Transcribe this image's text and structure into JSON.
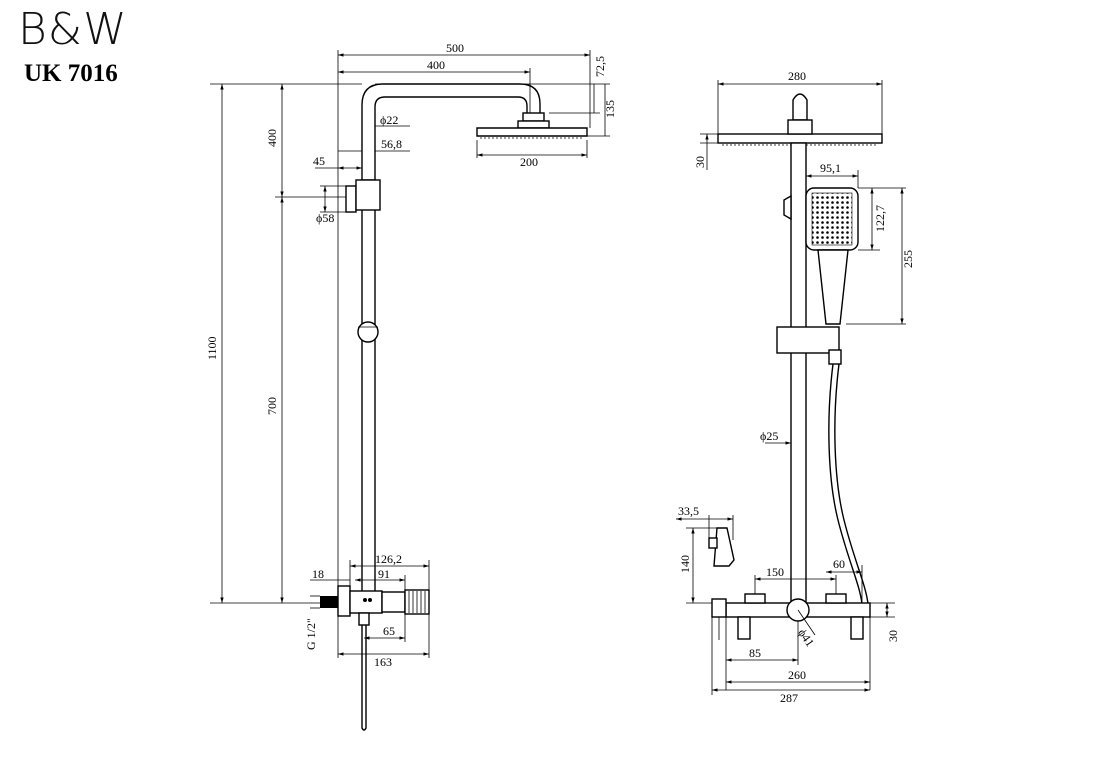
{
  "header": {
    "brand": "B&W",
    "model": "UK 7016"
  },
  "colors": {
    "line": "#000000",
    "background": "#ffffff"
  },
  "side_view": {
    "dim_500": "500",
    "dim_400": "400",
    "dim_72_5": "72,5",
    "dim_135": "135",
    "dim_phi22": "ϕ22",
    "dim_56_8": "56,8",
    "dim_45": "45",
    "dim_200": "200",
    "dim_phi58": "ϕ58",
    "dim_1100": "1100",
    "dim_400v": "400",
    "dim_700": "700",
    "dim_126_2": "126,2",
    "dim_18": "18",
    "dim_91": "91",
    "dim_65": "65",
    "dim_163": "163",
    "dim_g12": "G 1/2\""
  },
  "front_view": {
    "dim_280": "280",
    "dim_30_top": "30",
    "dim_95_1": "95,1",
    "dim_122_7": "122,7",
    "dim_255": "255",
    "dim_phi25": "ϕ25",
    "dim_33_5": "33,5",
    "dim_140": "140",
    "dim_150": "150",
    "dim_60": "60",
    "dim_phi41": "ϕ41",
    "dim_30_bottom": "30",
    "dim_85": "85",
    "dim_260": "260",
    "dim_287": "287"
  }
}
